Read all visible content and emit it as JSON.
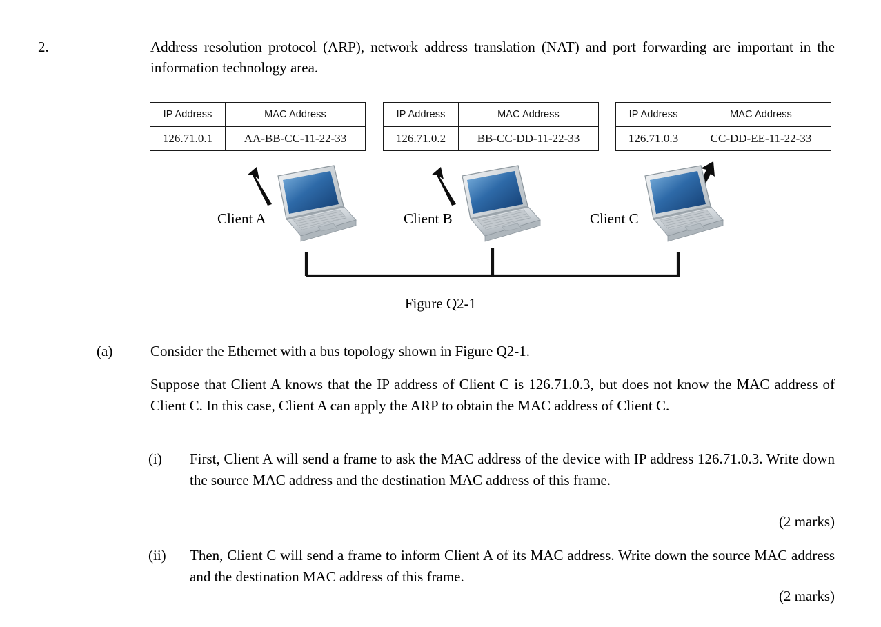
{
  "question": {
    "number": "2.",
    "intro": "Address resolution protocol (ARP), network address translation (NAT) and port forwarding are important in the information technology area."
  },
  "figure": {
    "caption": "Figure Q2-1",
    "table_headers": {
      "ip": "IP Address",
      "mac": "MAC Address"
    },
    "clients": [
      {
        "label": "Client A",
        "ip": "126.71.0.1",
        "mac": "AA-BB-CC-11-22-33",
        "icon": "laptop-icon",
        "arrow": "arrow-up-icon"
      },
      {
        "label": "Client B",
        "ip": "126.71.0.2",
        "mac": "BB-CC-DD-11-22-33",
        "icon": "laptop-icon",
        "arrow": "arrow-up-icon"
      },
      {
        "label": "Client C",
        "ip": "126.71.0.3",
        "mac": "CC-DD-EE-11-22-33",
        "icon": "laptop-icon",
        "arrow": "arrow-up-icon"
      }
    ],
    "topology": "bus"
  },
  "parts": {
    "a": {
      "label": "(a)",
      "text_1": "Consider the Ethernet with a bus topology shown in Figure Q2-1.",
      "text_2": "Suppose that Client A knows that the IP address of Client C is 126.71.0.3, but does not know the MAC address of Client C. In this case, Client A can apply the ARP to obtain the MAC address of Client C.",
      "sub": [
        {
          "label": "(i)",
          "text": "First, Client A will send a frame to ask the MAC address of the device with IP address 126.71.0.3. Write down the source MAC address and the destination MAC address of this frame.",
          "marks": "(2 marks)"
        },
        {
          "label": "(ii)",
          "text": "Then, Client C will send a frame to inform Client A of its MAC address. Write down the source MAC address and the destination MAC address of this frame.",
          "marks": "(2 marks)"
        }
      ]
    }
  },
  "colors": {
    "text": "#000000",
    "table_border": "#1a1a1a",
    "screen_blue_light": "#6fa8dc",
    "screen_blue_dark": "#17457e",
    "body_silver": "#d6dade",
    "bus_line": "#111111"
  }
}
